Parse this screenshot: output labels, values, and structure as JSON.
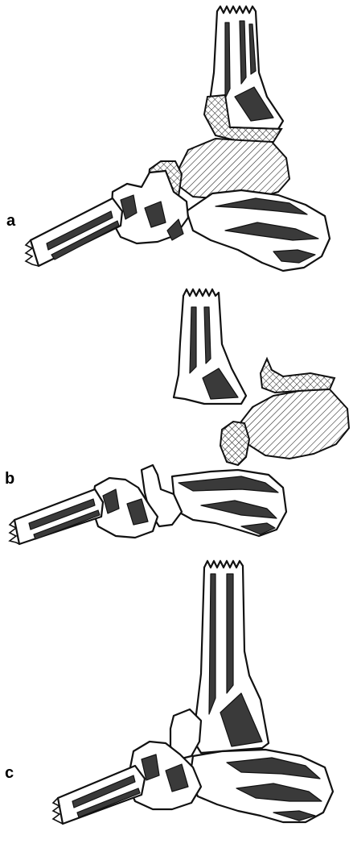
{
  "panels": [
    {
      "id": "a",
      "label": "a"
    },
    {
      "id": "b",
      "label": "b"
    },
    {
      "id": "c",
      "label": "c"
    }
  ]
}
